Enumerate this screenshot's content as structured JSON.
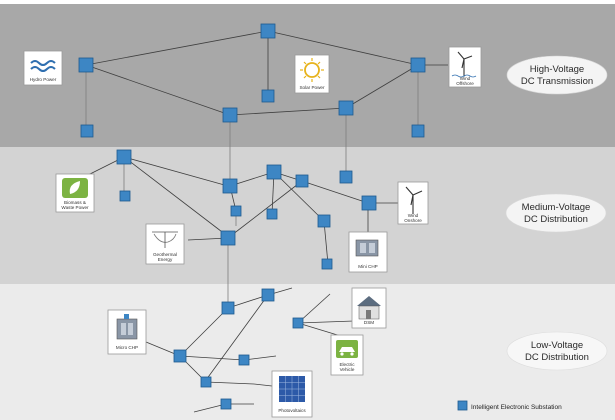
{
  "bands": {
    "high": {
      "line1": "High-Voltage",
      "line2": "DC Transmission",
      "color": "#a8a8a8"
    },
    "medium": {
      "line1": "Medium-Voltage",
      "line2": "DC Distribution",
      "color": "#d3d3d3"
    },
    "low": {
      "line1": "Low-Voltage",
      "line2": "DC Distribution",
      "color": "#ebebeb"
    }
  },
  "icons": {
    "hydro": {
      "line1": "Hydro Power"
    },
    "solar": {
      "line1": "Solar Power"
    },
    "wind_offshore": {
      "line1": "Wind",
      "line2": "Offshore"
    },
    "biomass": {
      "line1": "Biomass &",
      "line2": "Waste Power"
    },
    "geothermal": {
      "line1": "Geothermal",
      "line2": "Energy"
    },
    "wind_onshore": {
      "line1": "Wind",
      "line2": "Onshore"
    },
    "mini_chp": {
      "line1": "Mini CHP"
    },
    "micro_chp": {
      "line1": "Micro CHP"
    },
    "dsm": {
      "line1": "DSM"
    },
    "electric_vehicle": {
      "line1": "Electric",
      "line2": "Vehicle"
    },
    "photovoltaics": {
      "line1": "Photovoltaics"
    }
  },
  "legend": {
    "label": "Intelligent Electronic Substation"
  },
  "colors": {
    "node": "#3d86c4",
    "accent_green": "#7cb342"
  }
}
